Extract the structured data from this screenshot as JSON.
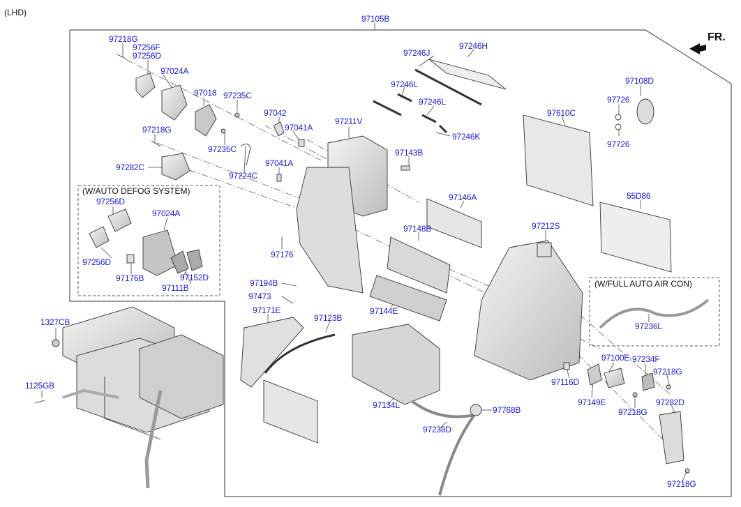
{
  "header": {
    "variant": "(LHD)",
    "direction": "FR."
  },
  "groups": {
    "auto_defog": "(W/AUTO DEFOG SYSTEM)",
    "full_auto": "(W/FULL AUTO AIR CON)"
  },
  "parts": {
    "p97105B": "97105B",
    "p97218G_a": "97218G",
    "p97256F": "97256F",
    "p97256D_a": "97256D",
    "p97024A_a": "97024A",
    "p97018": "97018",
    "p97235C_a": "97235C",
    "p97042": "97042",
    "p97041A_a": "97041A",
    "p97218G_b": "97218G",
    "p97235C_b": "97235C",
    "p97224C": "97224C",
    "p97041A_b": "97041A",
    "p97282C": "97282C",
    "p97246J": "97246J",
    "p97246H": "97246H",
    "p97246L_a": "97246L",
    "p97246L_b": "97246L",
    "p97246K": "97246K",
    "p97211V": "97211V",
    "p97143B": "97143B",
    "p97108D": "97108D",
    "p97726_a": "97726",
    "p97726_b": "97726",
    "p97610C": "97610C",
    "p55D86": "55D86",
    "p97146A": "97146A",
    "p97148B": "97148B",
    "p97212S": "97212S",
    "p97256D_b": "97256D",
    "p97024A_b": "97024A",
    "p97256D_c": "97256D",
    "p97176B": "97176B",
    "p97152D": "97152D",
    "p97111B": "97111B",
    "p97176": "97176",
    "p97194B": "97194B",
    "p97473": "97473",
    "p97144E": "97144E",
    "p97171E": "97171E",
    "p97123B": "97123B",
    "p1327CB": "1327CB",
    "p1125GB": "1125GB",
    "p97236L": "97236L",
    "p97100E": "97100E",
    "p97234F": "97234F",
    "p97116D": "97116D",
    "p97218G_c": "97218G",
    "p97149E": "97149E",
    "p97218G_d": "97218G",
    "p97282D": "97282D",
    "p97134L": "97134L",
    "p97768B": "97768B",
    "p97238D": "97238D",
    "p97218G_e": "97218G"
  }
}
